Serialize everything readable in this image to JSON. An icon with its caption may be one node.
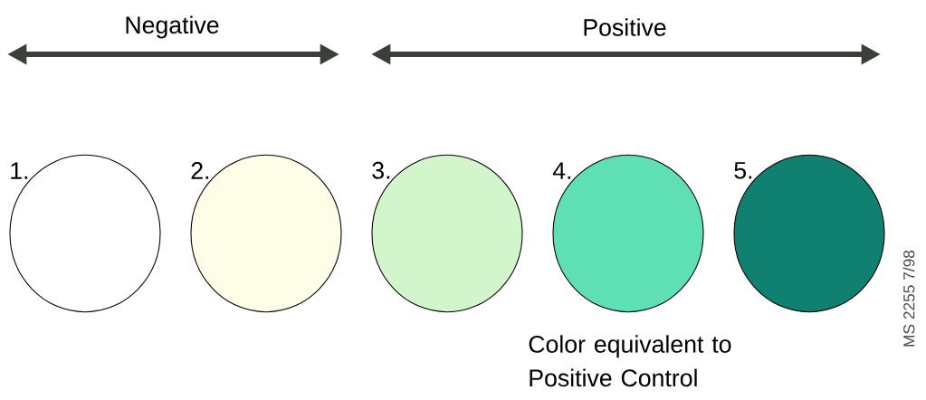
{
  "diagram": {
    "nodes": [
      {
        "text": [],
        "shape": "circle",
        "beside": [
          "1."
        ]
      },
      {
        "text": [],
        "shape": "circle",
        "beside": [
          "2."
        ]
      },
      {
        "text": [],
        "shape": "circle",
        "beside": [
          "3."
        ]
      },
      {
        "text": [],
        "shape": "circle",
        "beside": [
          "4."
        ]
      },
      {
        "text": [],
        "shape": "circle",
        "beside": [
          "5."
        ]
      }
    ],
    "labels": [
      "Negative",
      "Positive",
      "Color equivalent to Positive Control",
      "MS 2255 7/98"
    ]
  }
}
